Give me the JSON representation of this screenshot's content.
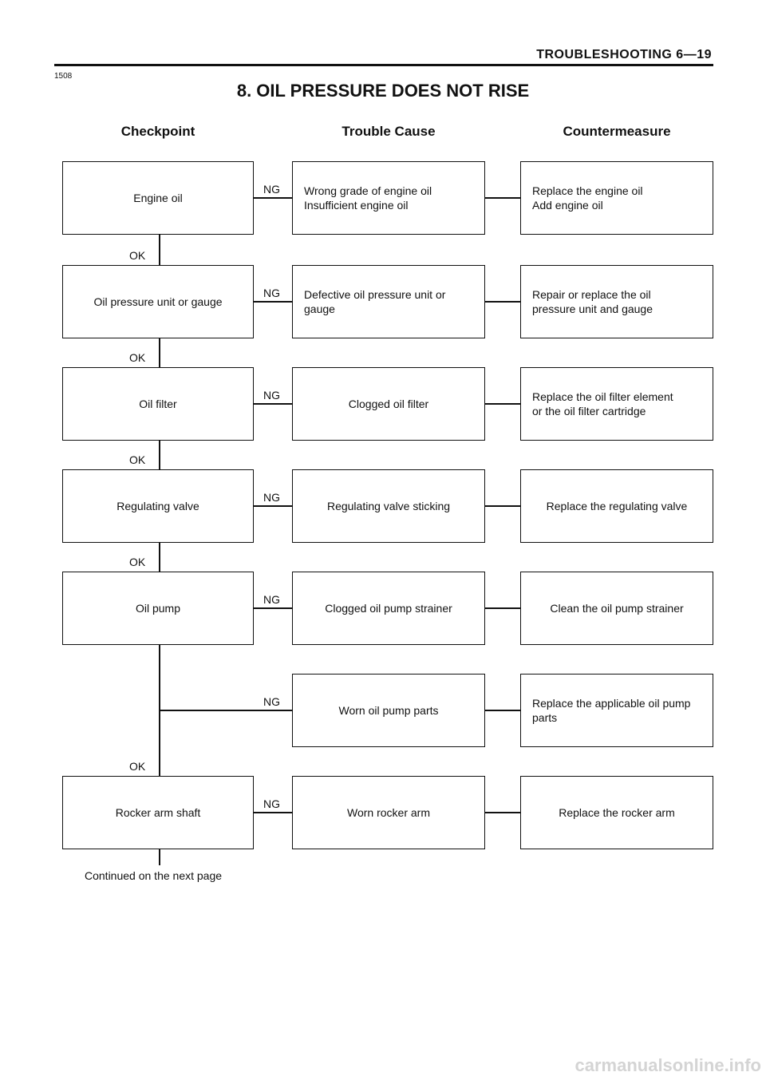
{
  "header": {
    "section": "TROUBLESHOOTING 6—19",
    "page_code": "1508",
    "title": "8.  OIL PRESSURE DOES NOT RISE"
  },
  "columns": {
    "checkpoint": "Checkpoint",
    "cause": "Trouble Cause",
    "countermeasure": "Countermeasure"
  },
  "ok_label": "OK",
  "ng_label": "NG",
  "rows": [
    {
      "checkpoint": "Engine oil",
      "cause": "Wrong grade of engine oil\nInsufficient engine oil",
      "countermeasure": "Replace the engine oil\nAdd engine oil"
    },
    {
      "checkpoint": "Oil pressure unit or gauge",
      "cause": "Defective oil pressure unit or\ngauge",
      "countermeasure": "Repair or replace the oil\npressure unit and gauge"
    },
    {
      "checkpoint": "Oil filter",
      "cause": "Clogged oil filter",
      "countermeasure": "Replace the oil filter element\nor the oil filter cartridge"
    },
    {
      "checkpoint": "Regulating valve",
      "cause": "Regulating valve sticking",
      "countermeasure": "Replace the regulating valve"
    },
    {
      "checkpoint": "Oil pump",
      "cause": "Clogged oil pump strainer",
      "countermeasure": "Clean the oil pump strainer"
    },
    {
      "checkpoint": "",
      "cause": "Worn oil pump parts",
      "countermeasure": "Replace the applicable oil pump\nparts"
    },
    {
      "checkpoint": "Rocker arm shaft",
      "cause": "Worn rocker arm",
      "countermeasure": "Replace the rocker arm"
    }
  ],
  "footer": "Continued on the next page",
  "watermark": "carmanualsonline.info"
}
